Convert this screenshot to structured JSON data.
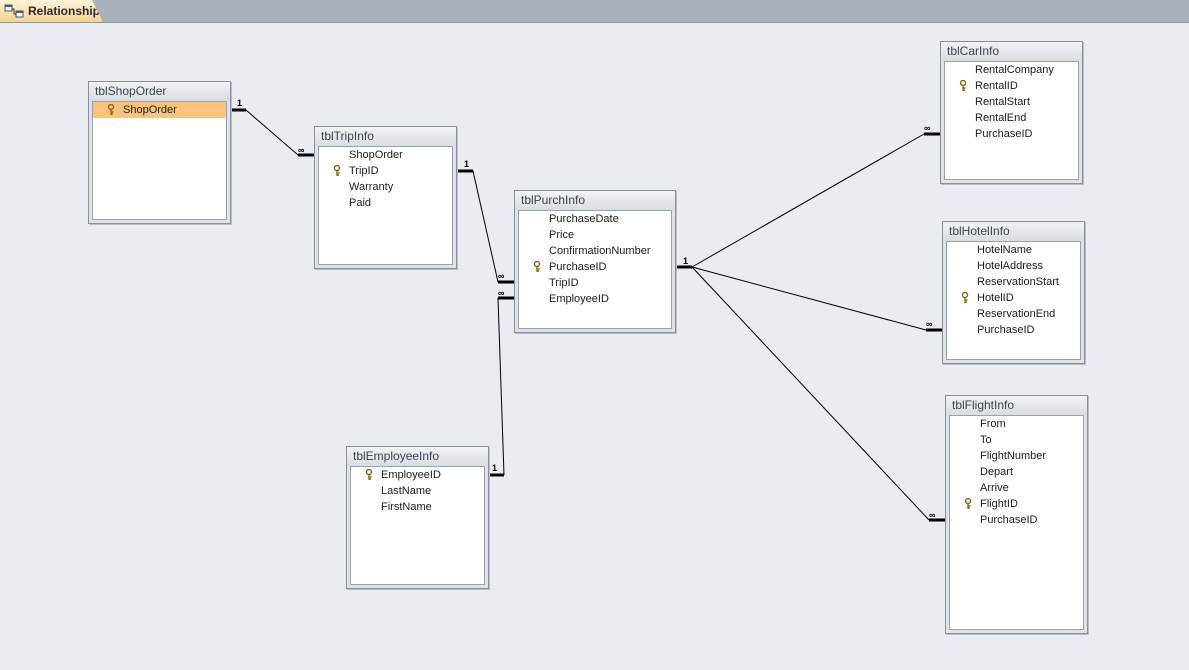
{
  "tab": {
    "label": "Relationships",
    "icon": "relationships-icon"
  },
  "cardinality": {
    "one": "1",
    "many": "∞"
  },
  "tables": {
    "shop": {
      "title": "tblShopOrder",
      "fields": [
        "ShopOrder"
      ]
    },
    "trip": {
      "title": "tblTripInfo",
      "fields": [
        "ShopOrder",
        "TripID",
        "Warranty",
        "Paid"
      ]
    },
    "purch": {
      "title": "tblPurchInfo",
      "fields": [
        "PurchaseDate",
        "Price",
        "ConfirmationNumber",
        "PurchaseID",
        "TripID",
        "EmployeeID"
      ]
    },
    "employee": {
      "title": "tblEmployeeInfo",
      "fields": [
        "EmployeeID",
        "LastName",
        "FirstName"
      ]
    },
    "car": {
      "title": "tblCarInfo",
      "fields": [
        "RentalCompany",
        "RentalID",
        "RentalStart",
        "RentalEnd",
        "PurchaseID"
      ]
    },
    "hotel": {
      "title": "tblHotelInfo",
      "fields": [
        "HotelName",
        "HotelAddress",
        "ReservationStart",
        "HotelID",
        "ReservationEnd",
        "PurchaseID"
      ]
    },
    "flight": {
      "title": "tblFlightInfo",
      "fields": [
        "From",
        "To",
        "FlightNumber",
        "Depart",
        "Arrive",
        "FlightID",
        "PurchaseID"
      ]
    }
  }
}
